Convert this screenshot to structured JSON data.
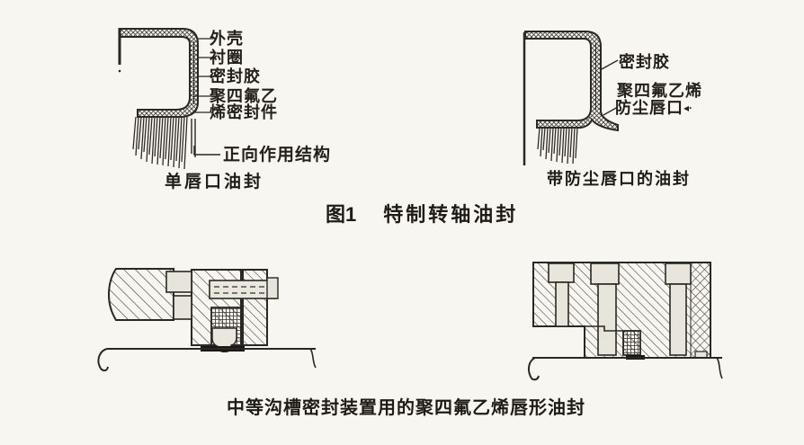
{
  "page": {
    "background": "#f7f6f1",
    "ink": "#24211c"
  },
  "figure1": {
    "single_lip_seal": {
      "labels": {
        "shell": "外壳",
        "backing_ring": "衬圈",
        "sealant": "密封胶",
        "ptfe_line1": "聚四氟乙",
        "ptfe_line2": "烯密封件",
        "forward_structure": "正向作用结构"
      },
      "caption": "单唇口油封"
    },
    "dust_lip_seal": {
      "labels": {
        "sealant": "密封胶",
        "ptfe": "聚四氟乙烯",
        "dust_lip": "防尘唇口",
        "pointer_mark": "◂·"
      },
      "caption": "带防尘唇口的油封"
    },
    "caption": {
      "number": "图1",
      "title": "特制转轴油封"
    }
  },
  "figure2": {
    "caption": "中等沟槽密封装置用的聚四氟乙烯唇形油封"
  }
}
